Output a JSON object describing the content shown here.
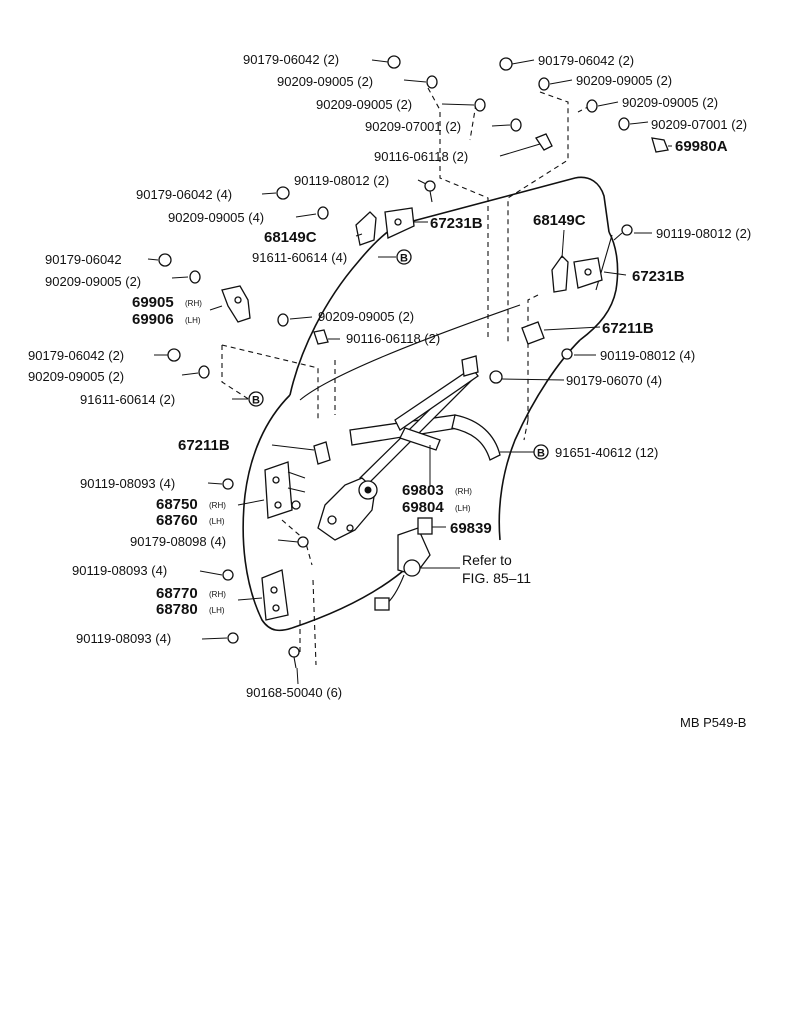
{
  "labels": {
    "l01": "90179-06042 (2)",
    "l02": "90179-06042 (2)",
    "l03": "90209-09005 (2)",
    "l04": "90209-09005 (2)",
    "l05": "90209-09005 (2)",
    "l06": "90209-09005 (2)",
    "l07": "90209-07001 (2)",
    "l08": "90209-07001 (2)",
    "l09": "69980A",
    "l10": "90116-06118 (2)",
    "l11": "90119-08012 (2)",
    "l12": "90179-06042 (4)",
    "l13": "90209-09005 (4)",
    "l14": "67231B",
    "l15": "68149C",
    "l16": "68149C",
    "l17": "90119-08012 (2)",
    "l18": "91611-60614 (4)",
    "l19": "90179-06042",
    "l20": "90209-09005 (2)",
    "l21": "67231B",
    "l22": "69905",
    "l23": "69906",
    "l24": "90209-09005 (2)",
    "l25": "67211B",
    "l26": "90116-06118 (2)",
    "l27": "90179-06042 (2)",
    "l28": "90119-08012 (4)",
    "l29": "90209-09005 (2)",
    "l30": "90179-06070 (4)",
    "l31": "91611-60614 (2)",
    "l32": "67211B",
    "l33": "91651-40612 (12)",
    "l34": "90119-08093 (4)",
    "l35": "69803",
    "l36": "69804",
    "l37": "68750",
    "l38": "68760",
    "l39": "69839",
    "l40": "90179-08098 (4)",
    "l41": "Refer to",
    "l42": "FIG. 85–11",
    "l43": "90119-08093 (4)",
    "l44": "68770",
    "l45": "68780",
    "l46": "90119-08093 (4)",
    "l47": "90168-50040 (6)",
    "l48": "MB P549-B"
  },
  "suffix": {
    "rh": "(RH)",
    "lh": "(LH)"
  },
  "callout_letter": "B"
}
